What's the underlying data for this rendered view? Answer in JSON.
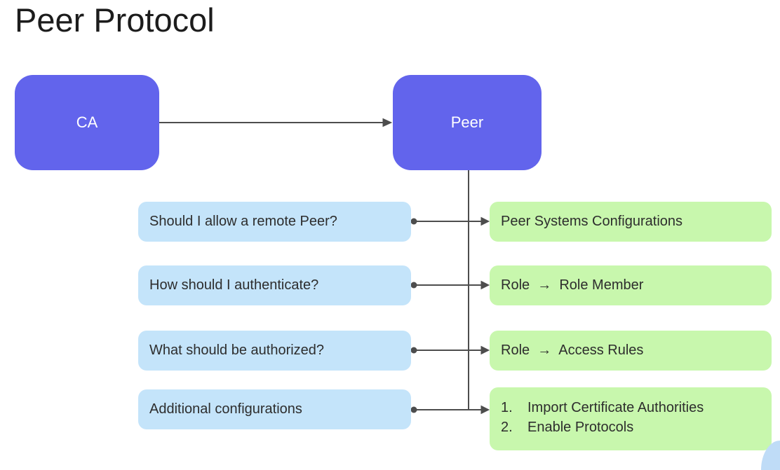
{
  "title": "Peer Protocol",
  "colors": {
    "node_fill": "#6264EC",
    "node_text": "#FFFFFF",
    "question_fill": "#C4E4FA",
    "answer_fill": "#C8F7AD",
    "connector": "#4D4D4D",
    "text": "#2D2D2D",
    "corner_accent": "#BFDCF7"
  },
  "nodes": {
    "ca": {
      "label": "CA"
    },
    "peer": {
      "label": "Peer"
    }
  },
  "rows": [
    {
      "question": "Should I allow a remote Peer?",
      "answer": "Peer Systems Configurations"
    },
    {
      "question": "How should I authenticate?",
      "answer": "Role  →  Role Member"
    },
    {
      "question": "What should be authorized?",
      "answer": "Role  →  Access Rules"
    },
    {
      "question": "Additional configurations",
      "answer_list": [
        {
          "marker": "1.",
          "text": "Import Certificate Authorities"
        },
        {
          "marker": "2.",
          "text": "Enable Protocols"
        }
      ]
    }
  ]
}
